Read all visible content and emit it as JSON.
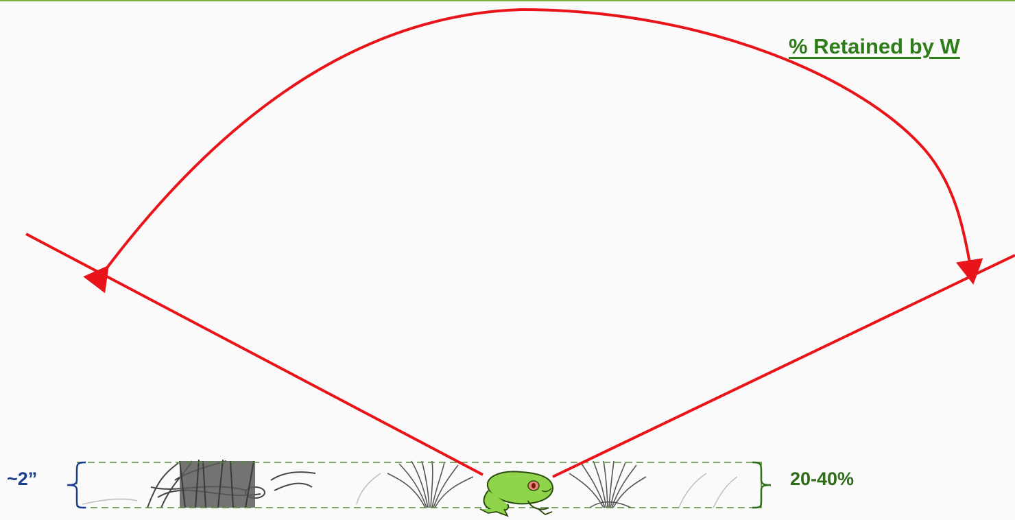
{
  "title": "% Retained by W",
  "height_label": "~2”",
  "retained_label": "20-40%",
  "colors": {
    "angle_lines": "#e8141a",
    "title": "#2e7d1a",
    "height_brace": "#1a3d8f",
    "retained_brace": "#2e6b1a",
    "band_border": "#5a8a3a",
    "frog_body": "#8fd44a"
  },
  "icons": [
    "grass-plant-icon",
    "frog-icon"
  ]
}
